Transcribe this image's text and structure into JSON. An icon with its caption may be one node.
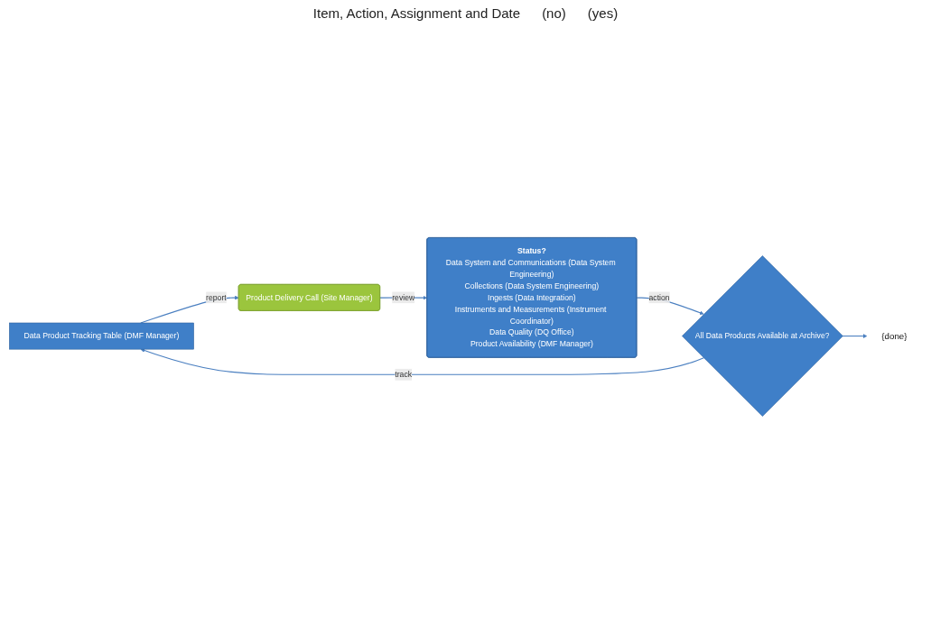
{
  "diagram": {
    "nodes": [
      {
        "text": [
          "Data Product Tracking Table (DMF Manager)"
        ]
      },
      {
        "text": [
          "Product Delivery Call (Site Manager)"
        ]
      },
      {
        "text": [
          "Status?",
          "Data System and Communications (Data System Engineering)",
          "Collections (Data System Engineering)",
          "Ingests (Data Integration)",
          "Instruments and Measurements (Instrument Coordinator)",
          "Data Quality (DQ Office)",
          "Product Availability (DMF Manager)"
        ]
      },
      {
        "text": [
          "All Data Products Available at Archive?"
        ]
      },
      {
        "text": [
          "{done}"
        ]
      }
    ],
    "edges": [
      {
        "from": 0,
        "to": 1,
        "arrow": "to",
        "label": "report"
      },
      {
        "from": 1,
        "to": 2,
        "arrow": "to",
        "label": "review"
      },
      {
        "from": 2,
        "to": 3,
        "arrow": "to",
        "label": "action"
      },
      {
        "from": 3,
        "to": 0,
        "arrow": "to",
        "label": "track"
      },
      {
        "from": 3,
        "to": 4,
        "arrow": "to"
      }
    ],
    "labels": [
      "Item, Action, Assignment and Date",
      "(no)",
      "(yes)"
    ]
  }
}
